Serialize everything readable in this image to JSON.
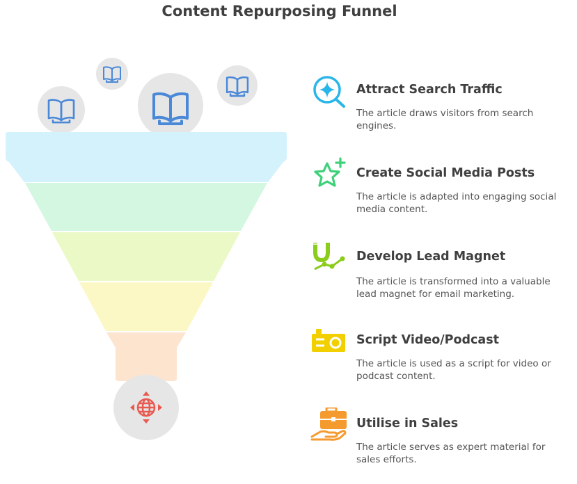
{
  "title": "Content Repurposing Funnel",
  "colors": {
    "layer1": "#d4f2fb",
    "layer2": "#d4f7e1",
    "layer3": "#eaf9c6",
    "layer4": "#fbf8c5",
    "layer5": "#fde4cf",
    "book_blue": "#4a88d8",
    "circle_gray": "#e6e6e6",
    "globe_red": "#e85a50"
  },
  "stages": [
    {
      "title": "Attract Search Traffic",
      "description": "The article draws visitors from search engines.",
      "icon": "search-sparkle-icon",
      "color": "#29b6e8"
    },
    {
      "title": "Create Social Media Posts",
      "description": "The article is adapted into engaging social media content.",
      "icon": "star-plus-icon",
      "color": "#3fd07a"
    },
    {
      "title": "Develop Lead Magnet",
      "description": "The article is transformed into a valuable lead magnet for email marketing.",
      "icon": "magnet-growth-icon",
      "color": "#8ccc1c"
    },
    {
      "title": "Script Video/Podcast",
      "description": "The article is used as a script for video or podcast content.",
      "icon": "video-camera-icon",
      "color": "#f2d000"
    },
    {
      "title": "Utilise in Sales",
      "description": "The article serves as expert material for sales efforts.",
      "icon": "briefcase-hand-icon",
      "color": "#f59a2e"
    }
  ]
}
